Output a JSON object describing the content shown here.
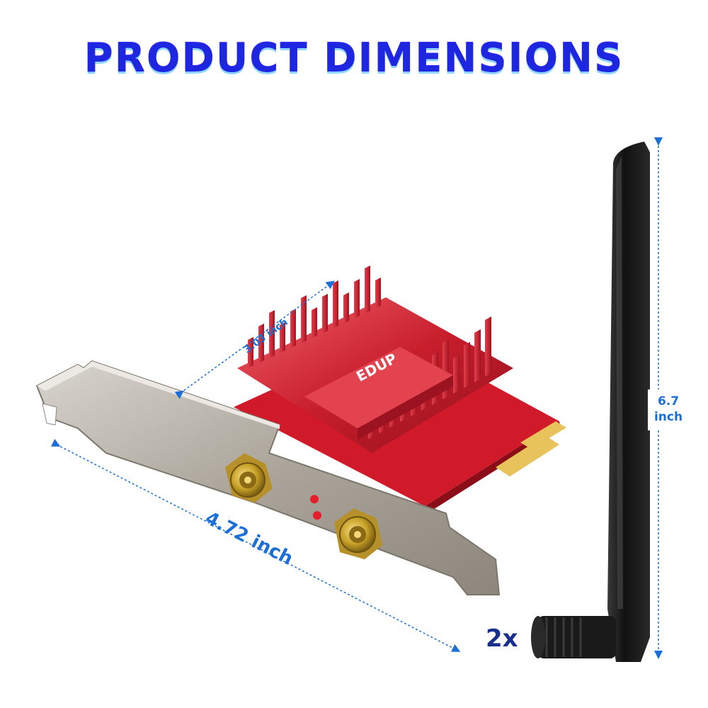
{
  "title": "PRODUCT DIMENSIONS",
  "dimensions": {
    "depth": "3.03 inch",
    "length": "4.72 inch",
    "height_value": "6.7",
    "height_unit": "inch"
  },
  "brand_logo": "EDUP",
  "antenna_count": "2x",
  "colors": {
    "title": "#1e26e0",
    "dimension_lines": "#1b6fd6",
    "heatsink": "#c81e2c",
    "bracket": "#b9b4ab",
    "antenna": "#1a1a1a",
    "connector_gold": "#c9a227"
  }
}
